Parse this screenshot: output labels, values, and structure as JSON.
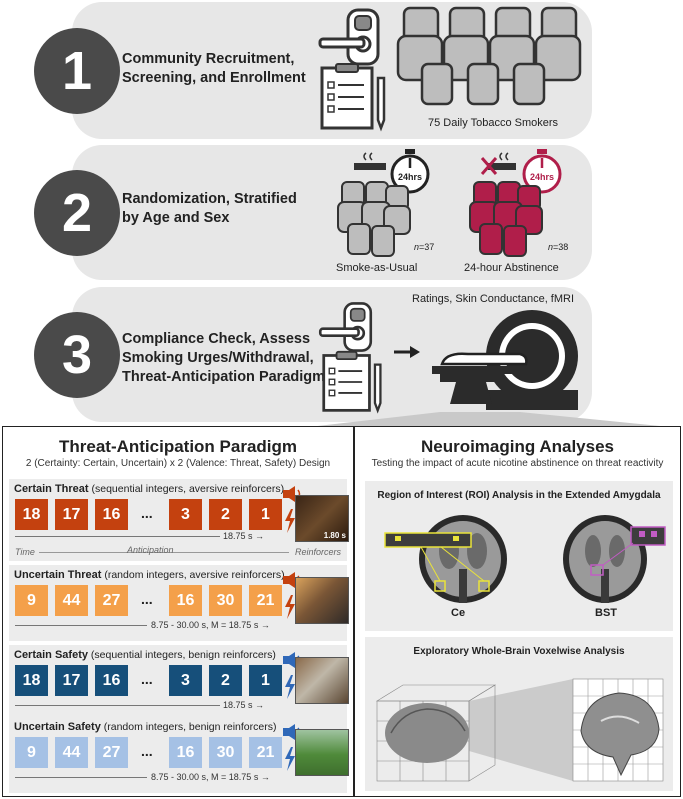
{
  "steps": [
    {
      "number": "1",
      "title_lines": [
        "Community Recruitment,",
        "Screening, and Enrollment"
      ],
      "caption": "75 Daily Tobacco Smokers"
    },
    {
      "number": "2",
      "title_lines": [
        "Randomization, Stratified",
        "by Age and Sex"
      ],
      "group_a": {
        "label": "Smoke-as-Usual",
        "n_prefix": "n",
        "n_value": "=37"
      },
      "group_b": {
        "label": "24-hour Abstinence",
        "n_prefix": "n",
        "n_value": "=38"
      },
      "timer_label": "24hrs"
    },
    {
      "number": "3",
      "title_lines": [
        "Compliance Check, Assess",
        "Smoking Urges/Withdrawal,",
        "Threat-Anticipation Paradigm"
      ],
      "caption": "Ratings, Skin Conductance, fMRI"
    }
  ],
  "paradigm": {
    "title": "Threat-Anticipation Paradigm",
    "subtitle": "2 (Certainty: Certain, Uncertain) x 2 (Valence: Threat, Safety) Design",
    "time_label": "Time",
    "anticipation_label": "Anticipation",
    "reinforcers_label": "Reinforcers",
    "photo_duration": "1.80 s",
    "ellipsis": "...",
    "conditions": [
      {
        "name": "Certain Threat",
        "desc": " (sequential integers, aversive reinforcers)",
        "numbers": [
          "18",
          "17",
          "16",
          "3",
          "2",
          "1"
        ],
        "duration": "18.75 s →",
        "color": "#c4410f"
      },
      {
        "name": "Uncertain Threat",
        "desc": " (random integers, aversive reinforcers)",
        "numbers": [
          "9",
          "44",
          "27",
          "16",
          "30",
          "21"
        ],
        "duration": "8.75 - 30.00 s, M = 18.75 s →",
        "color": "#f4a04a"
      },
      {
        "name": "Certain Safety",
        "desc": " (sequential integers, benign reinforcers)",
        "numbers": [
          "18",
          "17",
          "16",
          "3",
          "2",
          "1"
        ],
        "duration": "18.75 s →",
        "color": "#164f7a"
      },
      {
        "name": "Uncertain Safety",
        "desc": " (random integers, benign reinforcers)",
        "numbers": [
          "9",
          "44",
          "27",
          "16",
          "30",
          "21"
        ],
        "duration": "8.75 - 30.00 s, M = 18.75 s →",
        "color": "#a5c1e5"
      }
    ]
  },
  "neuro": {
    "title": "Neuroimaging Analyses",
    "subtitle": "Testing the impact of acute nicotine abstinence on threat reactivity",
    "roi_title": "Region of Interest (ROI) Analysis in the Extended Amygdala",
    "ce_label": "Ce",
    "bst_label": "BST",
    "voxel_title": "Exploratory Whole-Brain Voxelwise Analysis"
  }
}
